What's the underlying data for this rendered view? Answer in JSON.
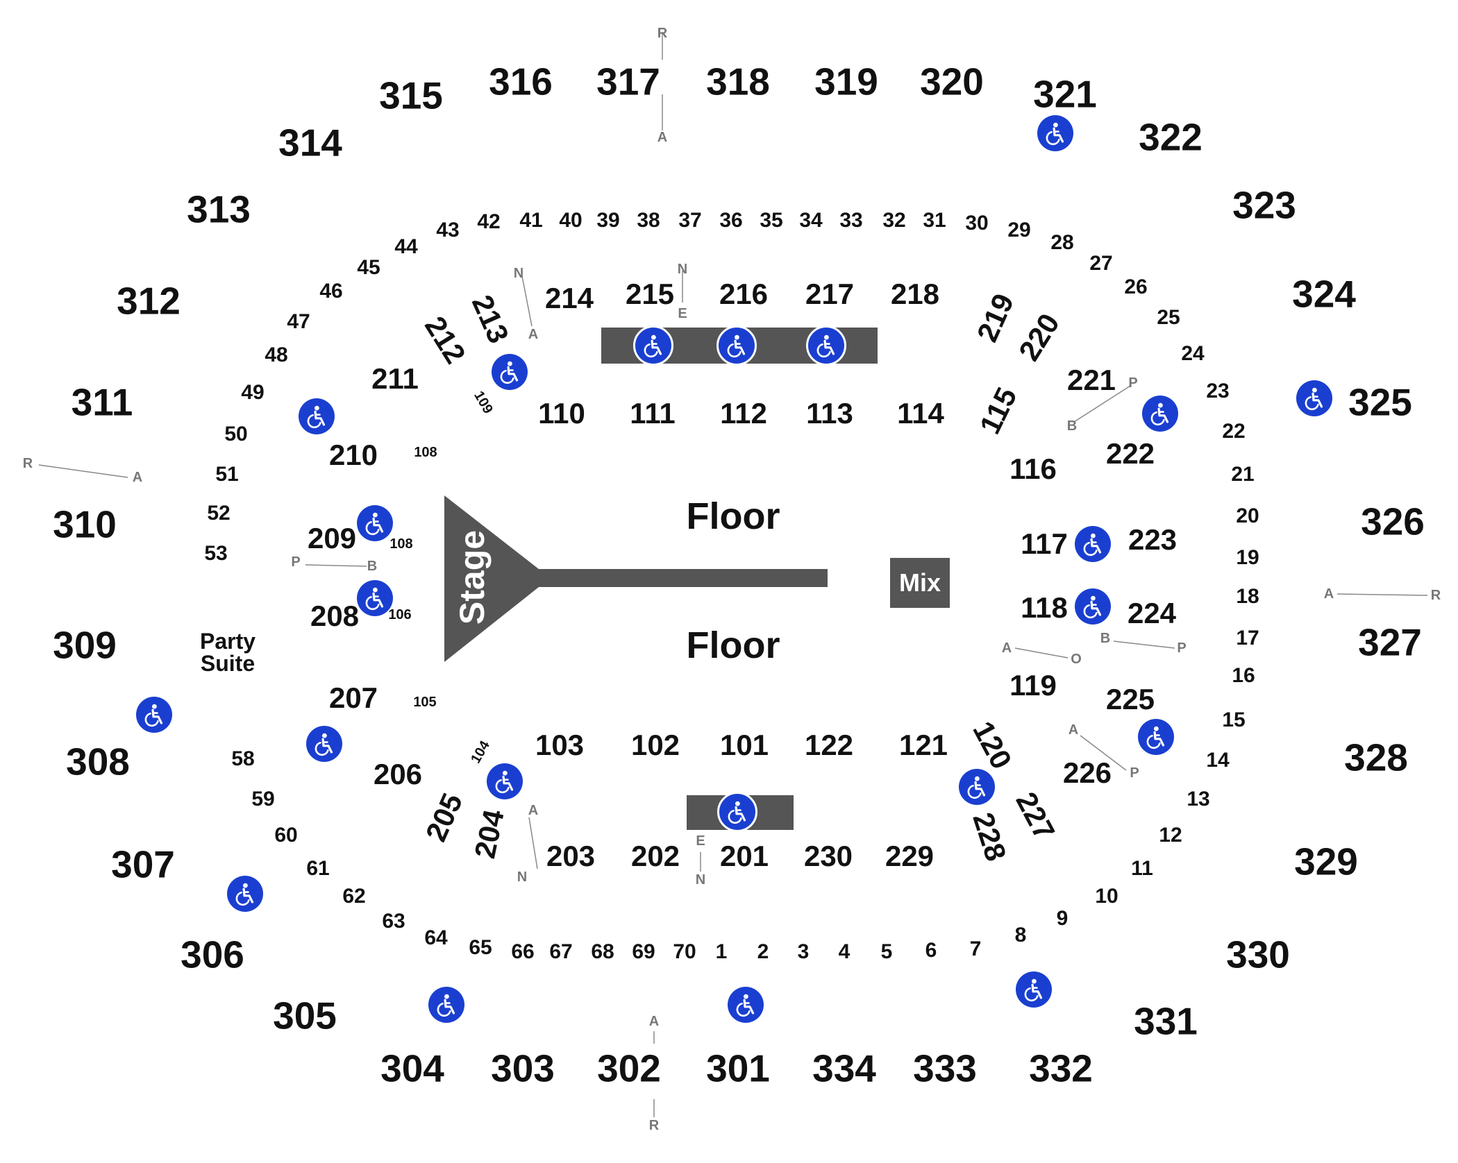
{
  "venue": {
    "stage_label": "Stage",
    "floor_labels": [
      "Floor",
      "Floor"
    ],
    "mix_label": "Mix",
    "party_suite_label": [
      "Party",
      "Suite"
    ]
  },
  "sections_300": [
    {
      "label": "315"
    },
    {
      "label": "316"
    },
    {
      "label": "317"
    },
    {
      "label": "318"
    },
    {
      "label": "319"
    },
    {
      "label": "320"
    },
    {
      "label": "321"
    },
    {
      "label": "314"
    },
    {
      "label": "322"
    },
    {
      "label": "313"
    },
    {
      "label": "323"
    },
    {
      "label": "312"
    },
    {
      "label": "324"
    },
    {
      "label": "311"
    },
    {
      "label": "325"
    },
    {
      "label": "310"
    },
    {
      "label": "326"
    },
    {
      "label": "309"
    },
    {
      "label": "327"
    },
    {
      "label": "308"
    },
    {
      "label": "328"
    },
    {
      "label": "307"
    },
    {
      "label": "329"
    },
    {
      "label": "306"
    },
    {
      "label": "330"
    },
    {
      "label": "305"
    },
    {
      "label": "331"
    },
    {
      "label": "304"
    },
    {
      "label": "303"
    },
    {
      "label": "302"
    },
    {
      "label": "301"
    },
    {
      "label": "334"
    },
    {
      "label": "333"
    },
    {
      "label": "332"
    }
  ],
  "suites": [
    {
      "label": "42"
    },
    {
      "label": "41"
    },
    {
      "label": "40"
    },
    {
      "label": "39"
    },
    {
      "label": "38"
    },
    {
      "label": "37"
    },
    {
      "label": "36"
    },
    {
      "label": "35"
    },
    {
      "label": "34"
    },
    {
      "label": "33"
    },
    {
      "label": "32"
    },
    {
      "label": "31"
    },
    {
      "label": "30"
    },
    {
      "label": "29"
    },
    {
      "label": "28"
    },
    {
      "label": "27"
    },
    {
      "label": "26"
    },
    {
      "label": "25"
    },
    {
      "label": "24"
    },
    {
      "label": "23"
    },
    {
      "label": "22"
    },
    {
      "label": "21"
    },
    {
      "label": "20"
    },
    {
      "label": "19"
    },
    {
      "label": "18"
    },
    {
      "label": "17"
    },
    {
      "label": "16"
    },
    {
      "label": "15"
    },
    {
      "label": "14"
    },
    {
      "label": "13"
    },
    {
      "label": "12"
    },
    {
      "label": "11"
    },
    {
      "label": "10"
    },
    {
      "label": "9"
    },
    {
      "label": "8"
    },
    {
      "label": "7"
    },
    {
      "label": "6"
    },
    {
      "label": "5"
    },
    {
      "label": "4"
    },
    {
      "label": "3"
    },
    {
      "label": "2"
    },
    {
      "label": "1"
    },
    {
      "label": "70"
    },
    {
      "label": "69"
    },
    {
      "label": "68"
    },
    {
      "label": "67"
    },
    {
      "label": "66"
    },
    {
      "label": "65"
    },
    {
      "label": "64"
    },
    {
      "label": "63"
    },
    {
      "label": "62"
    },
    {
      "label": "61"
    },
    {
      "label": "60"
    },
    {
      "label": "59"
    },
    {
      "label": "58"
    },
    {
      "label": "43"
    },
    {
      "label": "44"
    },
    {
      "label": "45"
    },
    {
      "label": "46"
    },
    {
      "label": "47"
    },
    {
      "label": "48"
    },
    {
      "label": "49"
    },
    {
      "label": "50"
    },
    {
      "label": "51"
    },
    {
      "label": "52"
    },
    {
      "label": "53"
    }
  ],
  "sections_200": [
    {
      "label": "214"
    },
    {
      "label": "215"
    },
    {
      "label": "216"
    },
    {
      "label": "217"
    },
    {
      "label": "218"
    },
    {
      "label": "219"
    },
    {
      "label": "220"
    },
    {
      "label": "221"
    },
    {
      "label": "222"
    },
    {
      "label": "223"
    },
    {
      "label": "224"
    },
    {
      "label": "225"
    },
    {
      "label": "226"
    },
    {
      "label": "227"
    },
    {
      "label": "228"
    },
    {
      "label": "229"
    },
    {
      "label": "230"
    },
    {
      "label": "201"
    },
    {
      "label": "202"
    },
    {
      "label": "203"
    },
    {
      "label": "204"
    },
    {
      "label": "205"
    },
    {
      "label": "206"
    },
    {
      "label": "207"
    },
    {
      "label": "208"
    },
    {
      "label": "209"
    },
    {
      "label": "210"
    },
    {
      "label": "211"
    },
    {
      "label": "212"
    },
    {
      "label": "213"
    }
  ],
  "sections_100": [
    {
      "label": "110"
    },
    {
      "label": "111"
    },
    {
      "label": "112"
    },
    {
      "label": "113"
    },
    {
      "label": "114"
    },
    {
      "label": "115"
    },
    {
      "label": "116"
    },
    {
      "label": "117"
    },
    {
      "label": "118"
    },
    {
      "label": "119"
    },
    {
      "label": "120"
    },
    {
      "label": "121"
    },
    {
      "label": "122"
    },
    {
      "label": "101"
    },
    {
      "label": "102"
    },
    {
      "label": "103"
    }
  ],
  "small_sections": [
    {
      "label": "109"
    },
    {
      "label": "108"
    },
    {
      "label": "108"
    },
    {
      "label": "106"
    },
    {
      "label": "105"
    },
    {
      "label": "104"
    }
  ],
  "row_letters": [
    {
      "label": "R"
    },
    {
      "label": "A"
    },
    {
      "label": "N"
    },
    {
      "label": "A"
    },
    {
      "label": "N"
    },
    {
      "label": "E"
    },
    {
      "label": "P"
    },
    {
      "label": "B"
    },
    {
      "label": "R"
    },
    {
      "label": "A"
    },
    {
      "label": "P"
    },
    {
      "label": "B"
    },
    {
      "label": "A"
    },
    {
      "label": "R"
    },
    {
      "label": "B"
    },
    {
      "label": "P"
    },
    {
      "label": "A"
    },
    {
      "label": "O"
    },
    {
      "label": "A"
    },
    {
      "label": "P"
    },
    {
      "label": "A"
    },
    {
      "label": "N"
    },
    {
      "label": "E"
    },
    {
      "label": "N"
    },
    {
      "label": "A"
    },
    {
      "label": "R"
    }
  ],
  "icons": {
    "accessible": "wheelchair-accessible-icon"
  },
  "colors": {
    "accessible_blue": "#1a3fd0",
    "stage_gray": "#555555",
    "label_black": "#111111",
    "row_gray": "#777777"
  }
}
